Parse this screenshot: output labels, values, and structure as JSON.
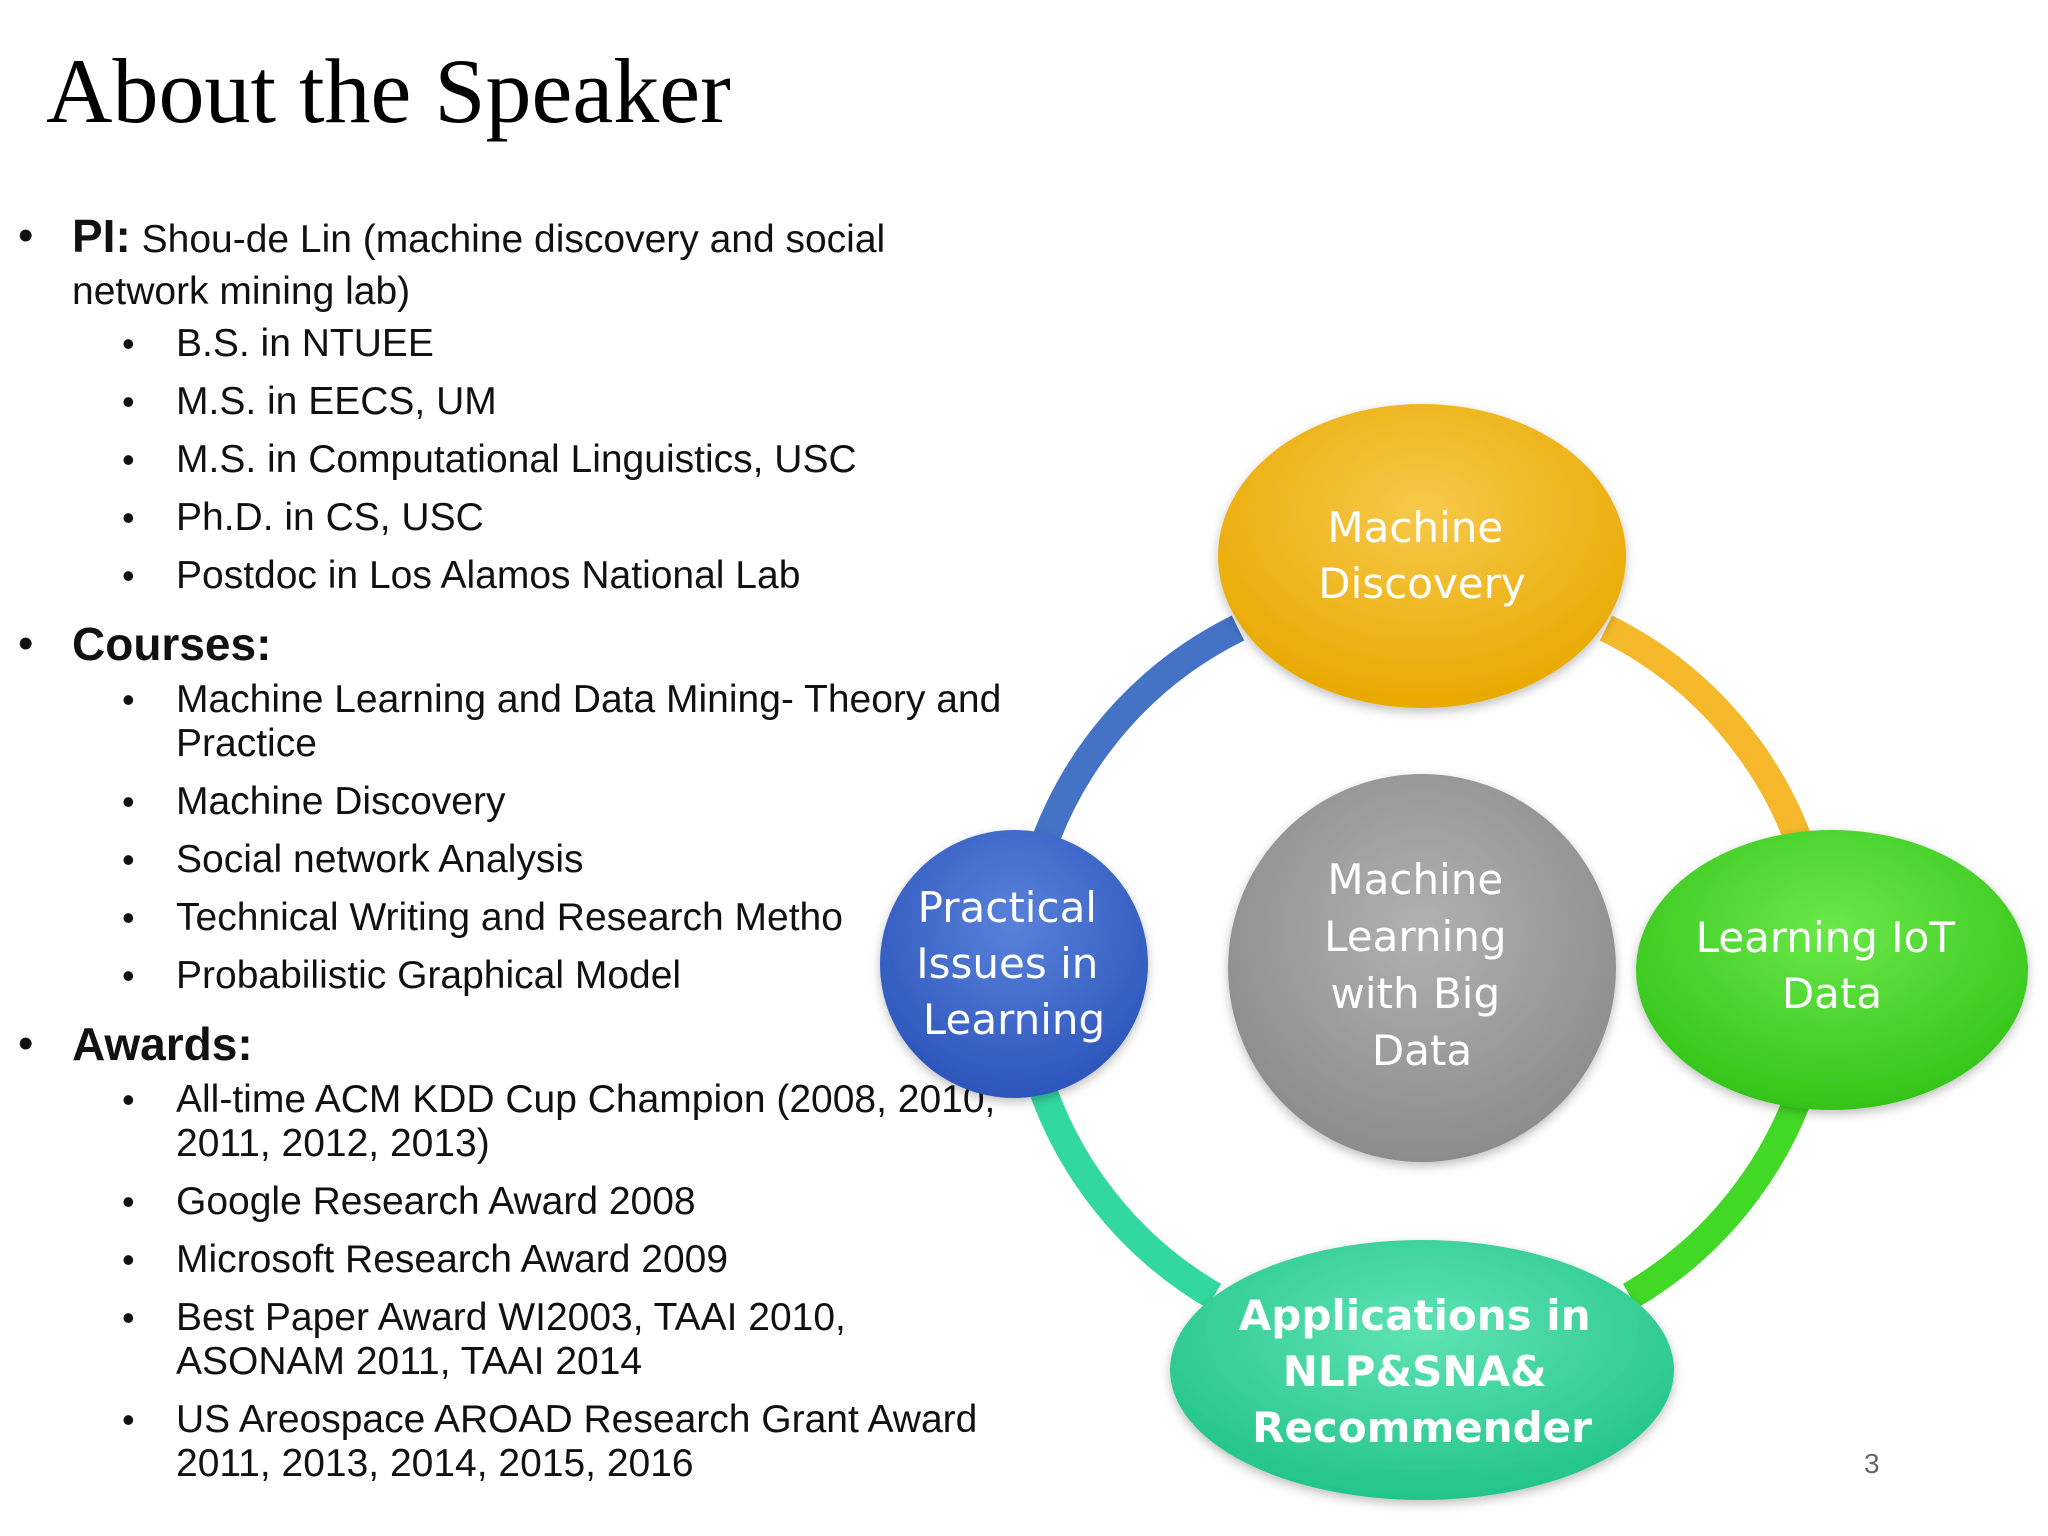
{
  "slide": {
    "title": "About the Speaker",
    "page_number": "3"
  },
  "sections": [
    {
      "key": "PI:",
      "text": "Shou-de Lin (machine discovery and social network mining lab)",
      "items": [
        "B.S. in NTUEE",
        "M.S. in EECS, UM",
        "M.S. in Computational Linguistics, USC",
        "Ph.D. in CS, USC",
        "Postdoc in Los Alamos National Lab"
      ]
    },
    {
      "key": "Courses:",
      "text": "",
      "items": [
        "Machine Learning and Data Mining- Theory and Practice",
        "Machine Discovery",
        "Social network Analysis",
        "Technical Writing and Research Metho",
        "Probabilistic Graphical Model"
      ]
    },
    {
      "key": "Awards:",
      "text": "",
      "items": [
        "All-time ACM KDD Cup Champion (2008, 2010, 2011, 2012, 2013)",
        "Google Research Award 2008",
        "Microsoft Research Award 2009",
        "Best Paper Award WI2003, TAAI 2010, ASONAM 2011, TAAI 2014",
        "US Areospace AROAD Research Grant Award 2011, 2013, 2014, 2015, 2016"
      ]
    }
  ],
  "diagram": {
    "center": {
      "lines": [
        "Machine",
        "Learning",
        "with Big",
        "Data"
      ],
      "color": "#9e9e9e"
    },
    "top": {
      "lines": [
        "Machine",
        "Discovery"
      ],
      "color": "#f2b705"
    },
    "right": {
      "lines": [
        "Learning IoT",
        "Data"
      ],
      "color": "#3fd11e"
    },
    "bottom": {
      "lines": [
        "Applications in",
        "NLP&SNA&",
        "Recommender"
      ],
      "color": "#2fd39a"
    },
    "left": {
      "lines": [
        "Practical",
        "Issues in",
        "Learning"
      ],
      "color": "#3a63c8"
    }
  }
}
